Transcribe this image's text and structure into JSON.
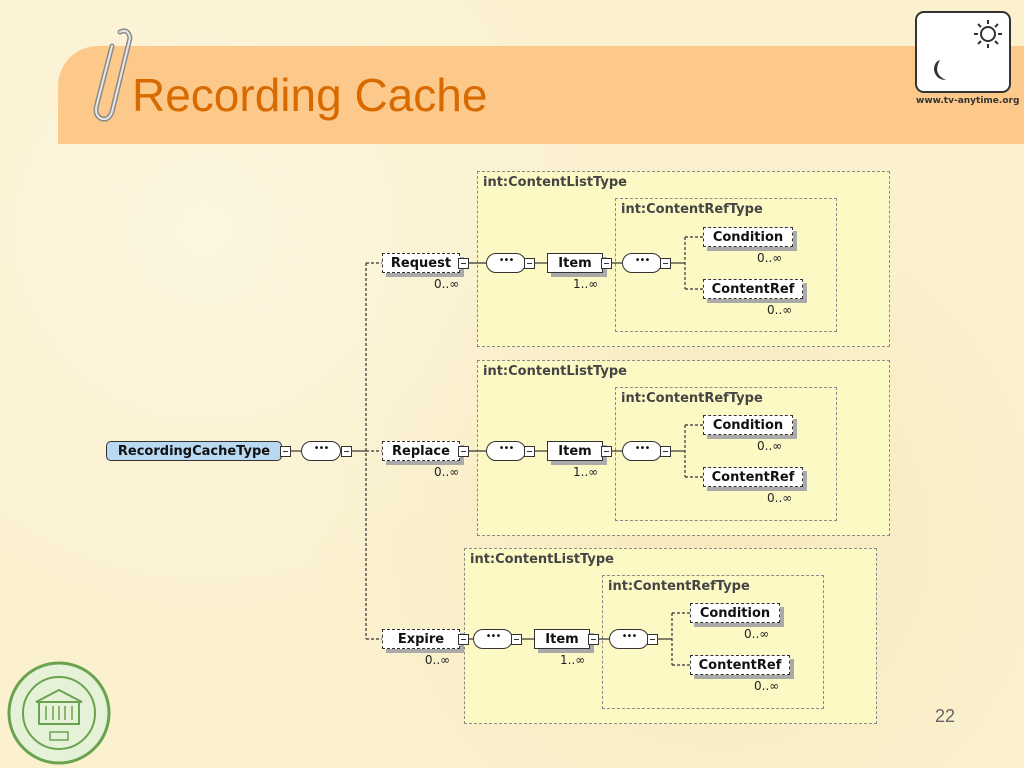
{
  "slide": {
    "title": "Recording Cache",
    "page_number": "22",
    "logo": {
      "url_text": "www.tv-anytime.org"
    },
    "seal_icon": "university-seal-icon"
  },
  "diagram": {
    "root": "RecordingCacheType",
    "branches": [
      {
        "element": "Request",
        "element_cardinality": "0..∞",
        "list_type": "int:ContentListType",
        "item": "Item",
        "item_cardinality": "1..∞",
        "ref_type": "int:ContentRefType",
        "children": [
          {
            "name": "Condition",
            "cardinality": "0..∞"
          },
          {
            "name": "ContentRef",
            "cardinality": "0..∞"
          }
        ]
      },
      {
        "element": "Replace",
        "element_cardinality": "0..∞",
        "list_type": "int:ContentListType",
        "item": "Item",
        "item_cardinality": "1..∞",
        "ref_type": "int:ContentRefType",
        "children": [
          {
            "name": "Condition",
            "cardinality": "0..∞"
          },
          {
            "name": "ContentRef",
            "cardinality": "0..∞"
          }
        ]
      },
      {
        "element": "Expire",
        "element_cardinality": "0..∞",
        "list_type": "int:ContentListType",
        "item": "Item",
        "item_cardinality": "1..∞",
        "ref_type": "int:ContentRefType",
        "children": [
          {
            "name": "Condition",
            "cardinality": "0..∞"
          },
          {
            "name": "ContentRef",
            "cardinality": "0..∞"
          }
        ]
      }
    ]
  }
}
